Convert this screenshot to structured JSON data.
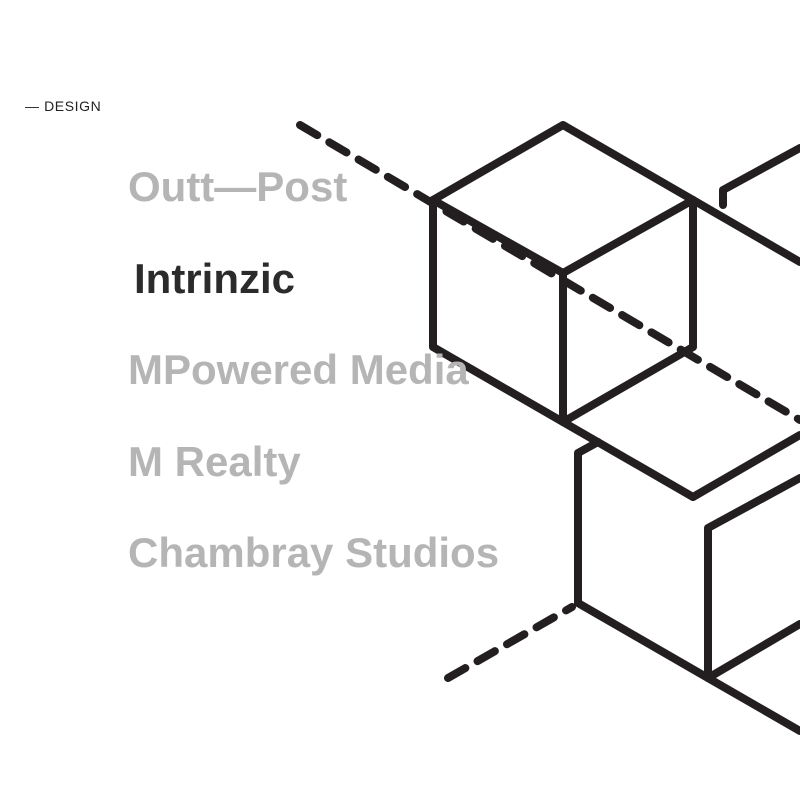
{
  "section": {
    "label": "— DESIGN"
  },
  "projects": [
    {
      "label": "Outt—Post",
      "active": false
    },
    {
      "label": "Intrinzic",
      "active": true
    },
    {
      "label": "MPowered Media",
      "active": false
    },
    {
      "label": "M Realty",
      "active": false
    },
    {
      "label": "Chambray Studios",
      "active": false
    }
  ],
  "colors": {
    "inactive_text": "#b5b5b5",
    "active_text": "#2b2b2b",
    "line_art": "#231f20",
    "background": "#ffffff"
  }
}
